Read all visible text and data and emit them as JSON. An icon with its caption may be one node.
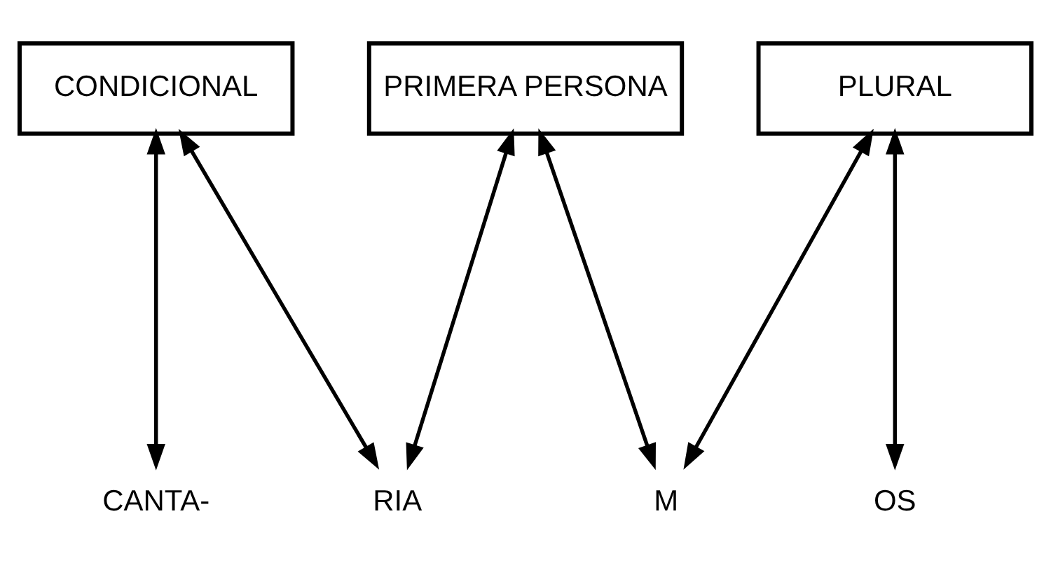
{
  "diagram": {
    "nodes": [
      {
        "text": [
          "CONDICIONAL"
        ]
      },
      {
        "text": [
          "PRIMERA PERSONA"
        ]
      },
      {
        "text": [
          "PLURAL"
        ]
      },
      {
        "text": [
          "CANTA-"
        ]
      },
      {
        "text": [
          "RIA"
        ]
      },
      {
        "text": [
          "M"
        ]
      },
      {
        "text": [
          "OS"
        ]
      }
    ],
    "edges": [
      {
        "from": 0,
        "to": 3,
        "arrow": "both"
      },
      {
        "from": 0,
        "to": 4,
        "arrow": "both"
      },
      {
        "from": 1,
        "to": 4,
        "arrow": "both"
      },
      {
        "from": 1,
        "to": 5,
        "arrow": "both"
      },
      {
        "from": 2,
        "to": 5,
        "arrow": "both"
      },
      {
        "from": 2,
        "to": 6,
        "arrow": "both"
      }
    ]
  }
}
